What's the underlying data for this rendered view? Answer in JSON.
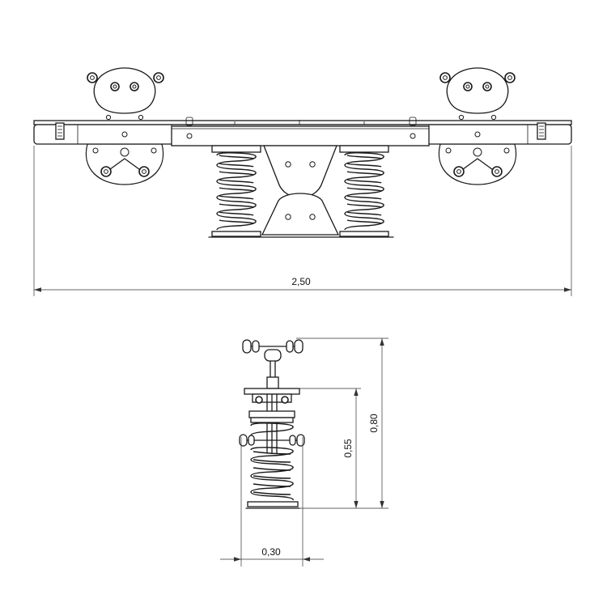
{
  "dimensions": {
    "total_length": "2,50",
    "total_height": "0,80",
    "seat_height": "0,55",
    "base_width": "0,30"
  }
}
